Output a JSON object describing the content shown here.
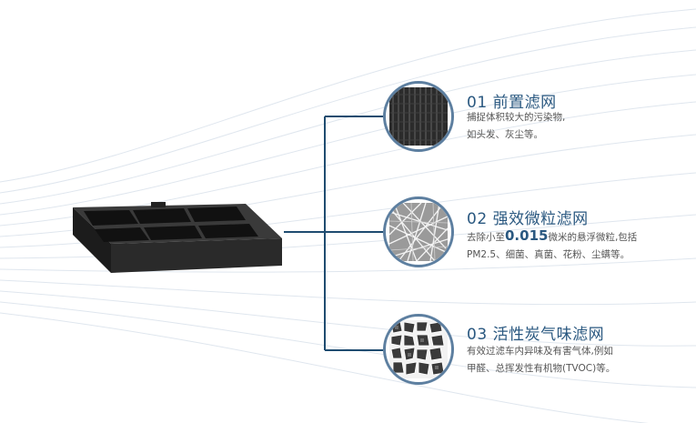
{
  "stages": [
    {
      "number": "01",
      "title": "前置滤网",
      "desc_line1": "捕捉体积较大的污染物,",
      "desc_line2": "如头发、灰尘等。",
      "icon": "mesh-texture-icon"
    },
    {
      "number": "02",
      "title": "强效微粒滤网",
      "desc_line1_prefix": "去除小至",
      "desc_line1_value": "0.015",
      "desc_line1_suffix": "微米的悬浮微粒,包括",
      "desc_line2": "PM2.5、细菌、真菌、花粉、尘螨等。",
      "icon": "fiber-texture-icon"
    },
    {
      "number": "03",
      "title": "活性炭气味滤网",
      "desc_line1": "有效过滤车内异味及有害气体,例如",
      "desc_line2": "甲醛、总挥发性有机物(TVOC)等。",
      "icon": "carbon-granule-icon"
    }
  ],
  "colors": {
    "accent": "#2a5880",
    "connector": "#1f4c70",
    "badge_border": "#5d7fa0",
    "text": "#555555"
  }
}
